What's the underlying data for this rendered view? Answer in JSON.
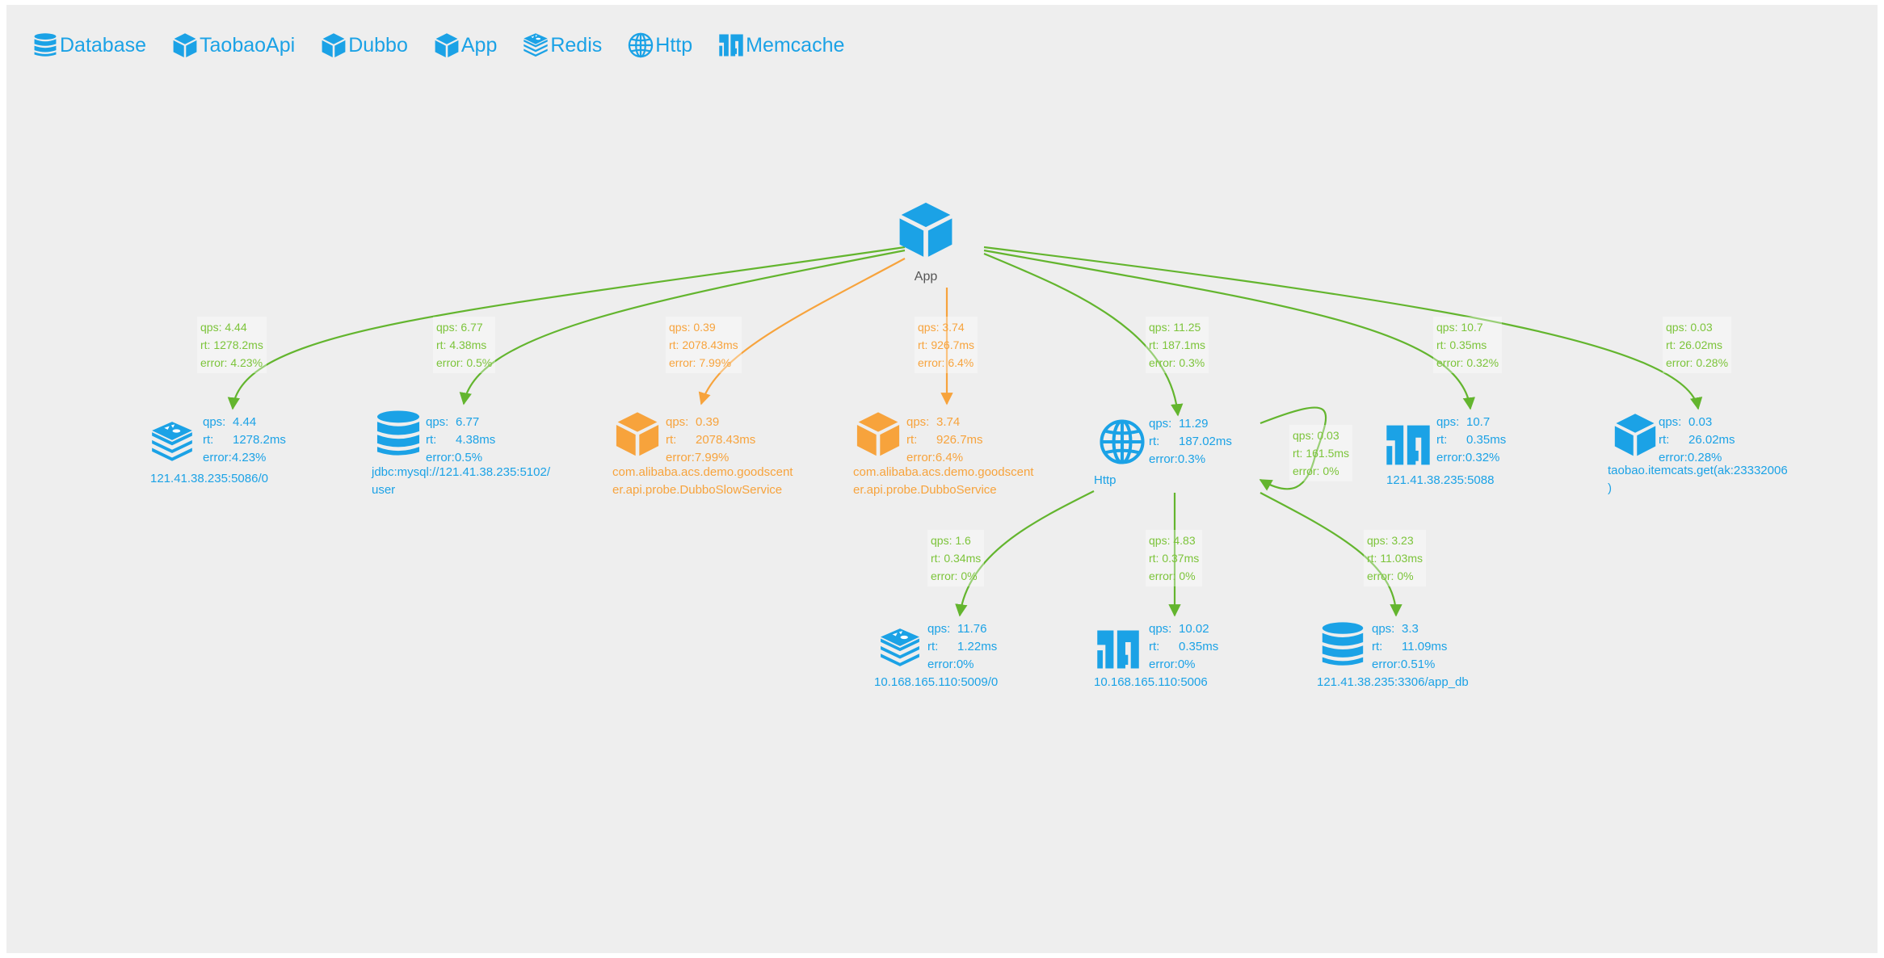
{
  "legend": [
    {
      "icon": "database-icon",
      "label": "Database"
    },
    {
      "icon": "cube-icon",
      "label": "TaobaoApi"
    },
    {
      "icon": "cube-icon",
      "label": "Dubbo"
    },
    {
      "icon": "cube-icon",
      "label": "App"
    },
    {
      "icon": "redis-icon",
      "label": "Redis"
    },
    {
      "icon": "globe-icon",
      "label": "Http"
    },
    {
      "icon": "memcache-icon",
      "label": "Memcache"
    }
  ],
  "colors": {
    "blue": "#1ba2e6",
    "orange": "#f7a33c",
    "green": "#63b52e",
    "edge_label_green": "#7cc43a",
    "background": "#eeeeee"
  },
  "keys": {
    "qps": "qps:",
    "rt": "rt:",
    "error": "error:"
  },
  "root": {
    "name": "App",
    "icon": "cube-icon"
  },
  "nodes": [
    {
      "id": "redis1",
      "icon": "redis-icon",
      "color": "blue",
      "qps": "4.44",
      "rt": "1278.2ms",
      "error": "4.23%",
      "name_lines": [
        "121.41.38.235:5086/0"
      ]
    },
    {
      "id": "mysql",
      "icon": "database-icon",
      "color": "blue",
      "qps": "6.77",
      "rt": "4.38ms",
      "error": "0.5%",
      "name_lines": [
        "jdbc:mysql://121.41.38.235:5102/",
        "user"
      ]
    },
    {
      "id": "dubboslow",
      "icon": "cube-icon",
      "color": "orange",
      "qps": "0.39",
      "rt": "2078.43ms",
      "error": "7.99%",
      "name_lines": [
        "com.alibaba.acs.demo.goodscent",
        "er.api.probe.DubboSlowService"
      ]
    },
    {
      "id": "dubbo",
      "icon": "cube-icon",
      "color": "orange",
      "qps": "3.74",
      "rt": "926.7ms",
      "error": "6.4%",
      "name_lines": [
        "com.alibaba.acs.demo.goodscent",
        "er.api.probe.DubboService"
      ]
    },
    {
      "id": "http",
      "icon": "globe-icon",
      "color": "blue",
      "qps": "11.29",
      "rt": "187.02ms",
      "error": "0.3%",
      "name_lines": [
        "Http"
      ]
    },
    {
      "id": "memcache1",
      "icon": "memcache-icon",
      "color": "blue",
      "qps": "10.7",
      "rt": "0.35ms",
      "error": "0.32%",
      "name_lines": [
        "121.41.38.235:5088"
      ]
    },
    {
      "id": "taobao",
      "icon": "cube-icon",
      "color": "blue",
      "qps": "0.03",
      "rt": "26.02ms",
      "error": "0.28%",
      "name_lines": [
        "taobao.itemcats.get(ak:23332006",
        ")"
      ]
    },
    {
      "id": "redis2",
      "icon": "redis-icon",
      "color": "blue",
      "qps": "11.76",
      "rt": "1.22ms",
      "error": "0%",
      "name_lines": [
        "10.168.165.110:5009/0"
      ]
    },
    {
      "id": "memcache2",
      "icon": "memcache-icon",
      "color": "blue",
      "qps": "10.02",
      "rt": "0.35ms",
      "error": "0%",
      "name_lines": [
        "10.168.165.110:5006"
      ]
    },
    {
      "id": "appdb",
      "icon": "database-icon",
      "color": "blue",
      "qps": "3.3",
      "rt": "11.09ms",
      "error": "0.51%",
      "name_lines": [
        "121.41.38.235:3306/app_db"
      ]
    }
  ],
  "edges": [
    {
      "from": "App",
      "to": "redis1",
      "color": "green",
      "qps": "qps: 4.44",
      "rt": "rt: 1278.2ms",
      "error": "error: 4.23%"
    },
    {
      "from": "App",
      "to": "mysql",
      "color": "green",
      "qps": "qps: 6.77",
      "rt": "rt: 4.38ms",
      "error": "error: 0.5%"
    },
    {
      "from": "App",
      "to": "dubboslow",
      "color": "orange",
      "qps": "qps: 0.39",
      "rt": "rt: 2078.43ms",
      "error": "error: 7.99%"
    },
    {
      "from": "App",
      "to": "dubbo",
      "color": "orange",
      "qps": "qps: 3.74",
      "rt": "rt: 926.7ms",
      "error": "error: 6.4%"
    },
    {
      "from": "App",
      "to": "http",
      "color": "green",
      "qps": "qps: 11.25",
      "rt": "rt: 187.1ms",
      "error": "error: 0.3%"
    },
    {
      "from": "App",
      "to": "memcache1",
      "color": "green",
      "qps": "qps: 10.7",
      "rt": "rt: 0.35ms",
      "error": "error: 0.32%"
    },
    {
      "from": "App",
      "to": "taobao",
      "color": "green",
      "qps": "qps: 0.03",
      "rt": "rt: 26.02ms",
      "error": "error: 0.28%"
    },
    {
      "from": "http",
      "to": "http",
      "color": "green",
      "qps": "qps: 0.03",
      "rt": "rt: 161.5ms",
      "error": "error: 0%"
    },
    {
      "from": "http",
      "to": "redis2",
      "color": "green",
      "qps": "qps: 1.6",
      "rt": "rt: 0.34ms",
      "error": "error: 0%"
    },
    {
      "from": "http",
      "to": "memcache2",
      "color": "green",
      "qps": "qps: 4.83",
      "rt": "rt: 0.37ms",
      "error": "error: 0%"
    },
    {
      "from": "http",
      "to": "appdb",
      "color": "green",
      "qps": "qps: 3.23",
      "rt": "rt: 11.03ms",
      "error": "error: 0%"
    }
  ]
}
